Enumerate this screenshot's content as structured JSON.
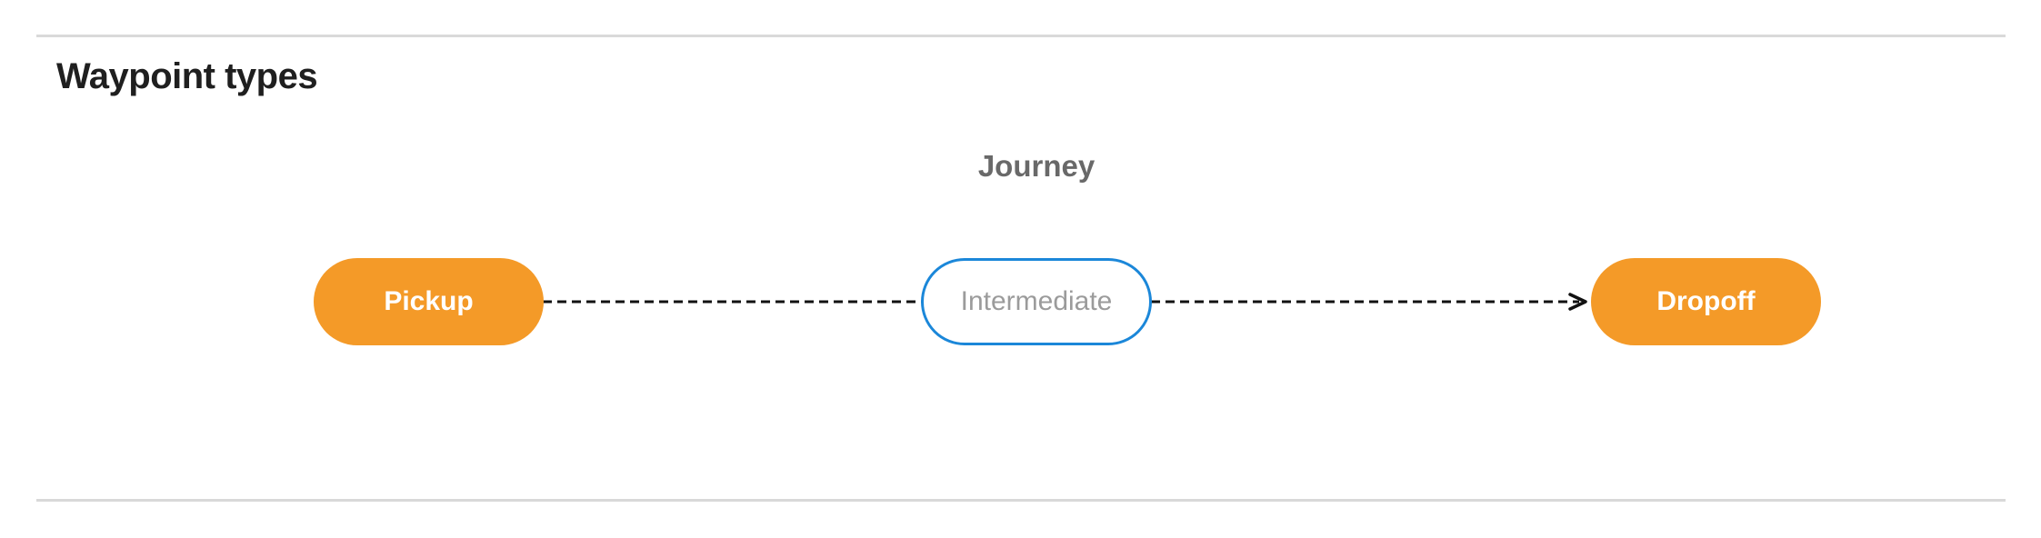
{
  "page": {
    "title": "Waypoint types"
  },
  "diagram": {
    "title": "Journey",
    "nodes": [
      {
        "id": "pickup",
        "label": "Pickup",
        "style": "filled-pill"
      },
      {
        "id": "intermediate",
        "label": "Intermediate",
        "style": "outlined-pill"
      },
      {
        "id": "dropoff",
        "label": "Dropoff",
        "style": "filled-pill"
      }
    ],
    "edges": [
      {
        "from": "pickup",
        "to": "intermediate",
        "style": "dashed",
        "arrowhead": false
      },
      {
        "from": "intermediate",
        "to": "dropoff",
        "style": "dashed",
        "arrowhead": true
      }
    ]
  },
  "colors": {
    "node_fill": "#f49a28",
    "node_text": "#ffffff",
    "intermediate_border": "#1b87d9",
    "intermediate_text": "#9b9b9b",
    "edge": "#111111",
    "diagram_title_text": "#696969",
    "heading_text": "#1f1f1f",
    "divider": "#d9d9d9"
  }
}
